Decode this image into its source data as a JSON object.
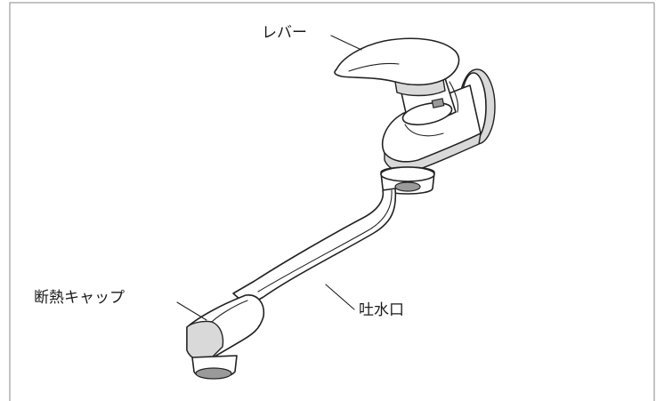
{
  "labels": {
    "lever": "レバー",
    "insulation_cap": "断熱キャップ",
    "spout": "吐水口"
  },
  "colors": {
    "line": "#222222",
    "background": "#ffffff",
    "frame": "#888888",
    "shade": "#d9d9d9"
  }
}
